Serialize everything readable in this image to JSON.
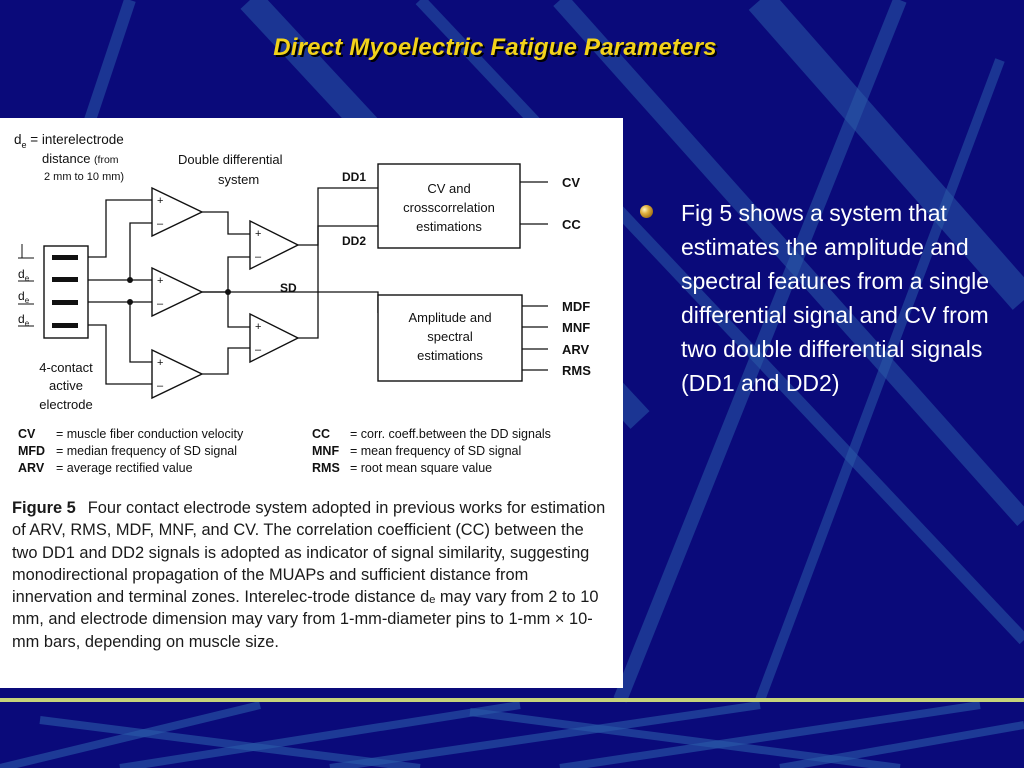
{
  "slide": {
    "title": "Direct Myoelectric Fatigue Parameters",
    "colors": {
      "background": "#0a0a7a",
      "title": "#f2d21a",
      "text": "#ffffff",
      "accent_bar": "#c6d37a"
    }
  },
  "figure": {
    "de_label_line1": "d",
    "de_label_sub": "e",
    "de_label_line1_rest": " = interelectrode",
    "de_label_line2": "distance",
    "de_label_line2_paren": "(from",
    "de_label_line3": "2 mm to 10 mm)",
    "dd_system_line1": "Double differential",
    "dd_system_line2": "system",
    "electrode_label_line1": "4-contact",
    "electrode_label_line2": "active",
    "electrode_label_line3": "electrode",
    "d_symbol": "d",
    "d_sub": "e",
    "signal_dd1": "DD1",
    "signal_dd2": "DD2",
    "signal_sd": "SD",
    "cv_box_line1": "CV and",
    "cv_box_line2": "crosscorrelation",
    "cv_box_line3": "estimations",
    "amp_box_line1": "Amplitude and",
    "amp_box_line2": "spectral",
    "amp_box_line3": "estimations",
    "plus": "+",
    "minus": "–",
    "outputs_top": [
      "CV",
      "CC"
    ],
    "outputs_bottom": [
      "MDF",
      "MNF",
      "ARV",
      "RMS"
    ],
    "legend": [
      {
        "abbr": "CV",
        "desc": "= muscle fiber conduction velocity"
      },
      {
        "abbr": "MFD",
        "desc": "= median frequency of SD signal"
      },
      {
        "abbr": "ARV",
        "desc": "= average rectified value"
      },
      {
        "abbr": "CC",
        "desc": "= corr. coeff.between  the DD signals"
      },
      {
        "abbr": "MNF",
        "desc": "= mean frequency of SD signal"
      },
      {
        "abbr": "RMS",
        "desc": "= root mean square value"
      }
    ],
    "caption_label": "Figure 5",
    "caption_text": "Four contact electrode system adopted in previous works for estimation of ARV, RMS, MDF, MNF, and CV. The correlation coefficient (CC) between the two DD1 and DD2 signals is adopted as indicator of signal similarity, suggesting monodirectional propagation of the MUAPs and sufficient distance from innervation and terminal zones. Interelec-trode distance dₑ may vary from 2 to 10 mm, and electrode dimension may vary from 1-mm-diameter pins to 1-mm × 10-mm bars, depending on muscle size."
  },
  "bullet": {
    "icon": "bullet-sphere-icon",
    "text": "Fig 5 shows a system that estimates the amplitude and spectral features from a single differential signal  and CV from two double differential signals (DD1 and DD2)"
  }
}
